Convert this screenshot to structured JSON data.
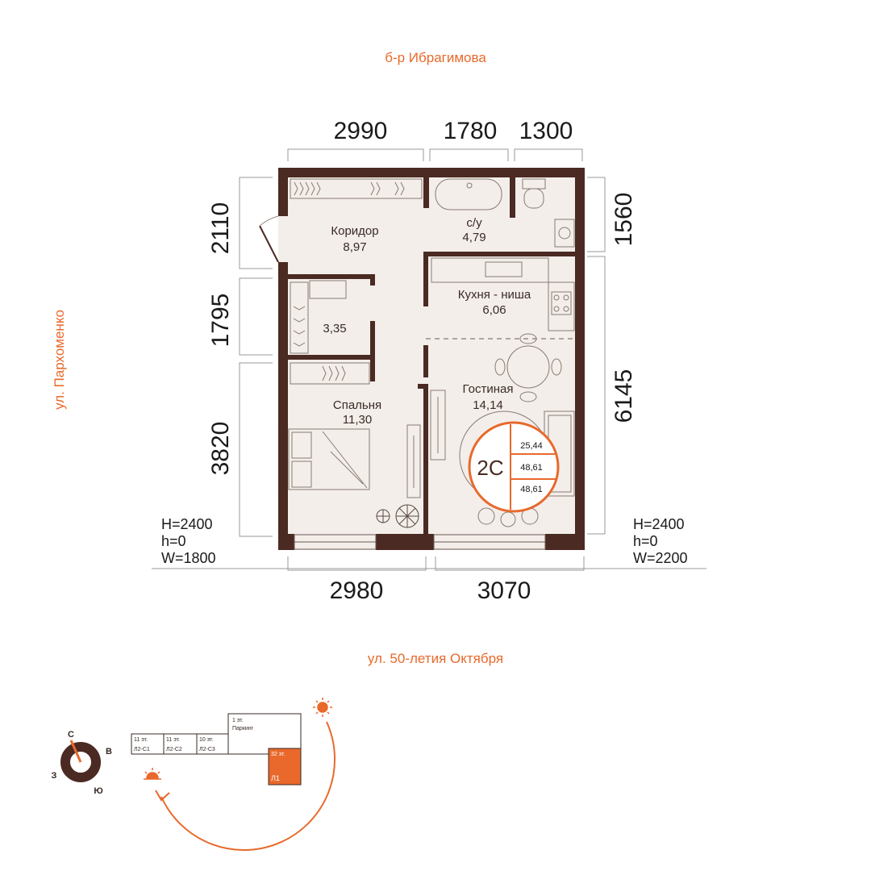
{
  "streets": {
    "top": "б-р Ибрагимова",
    "left": "ул. Пархоменко",
    "bottom": "ул. 50-летия Октября"
  },
  "dimensions": {
    "top": [
      "2990",
      "1780",
      "1300"
    ],
    "bottom": [
      "2980",
      "3070"
    ],
    "left": [
      "2110",
      "1795",
      "3820"
    ],
    "right": [
      "1560",
      "6145"
    ]
  },
  "rooms": [
    {
      "name": "Коридор",
      "area": "8,97"
    },
    {
      "name": "с/у",
      "area": "4,79"
    },
    {
      "name": "Кухня - ниша",
      "area": "6,06"
    },
    {
      "name": "",
      "area": "3,35"
    },
    {
      "name": "Спальня",
      "area": "11,30"
    },
    {
      "name": "Гостиная",
      "area": "14,14"
    }
  ],
  "windows": {
    "left": {
      "H": "H=2400",
      "h": "h=0",
      "W": "W=1800"
    },
    "right": {
      "H": "H=2400",
      "h": "h=0",
      "W": "W=2200"
    }
  },
  "badge": {
    "type": "2С",
    "living_area": "25,44",
    "total_area": "48,61",
    "total_area_2": "48,61"
  },
  "compass": {
    "n": "С",
    "e": "В",
    "w": "З",
    "s": "Ю"
  },
  "site_plan": {
    "b1_floors": "11 эт.",
    "b1_label": "Л2-С1",
    "b2_floors": "11 эт.",
    "b2_label": "Л2-С2",
    "b3_floors": "10 эт.",
    "b3_label": "Л2-С3",
    "parking_floor": "1 эт.",
    "parking_label": "Паркинг",
    "tower_floors": "32 эт.",
    "tower_label": "Л1"
  },
  "colors": {
    "wall": "#4a2a22",
    "floor": "#f3eeea",
    "accent": "#e8692b",
    "text": "#1a1a1a"
  }
}
